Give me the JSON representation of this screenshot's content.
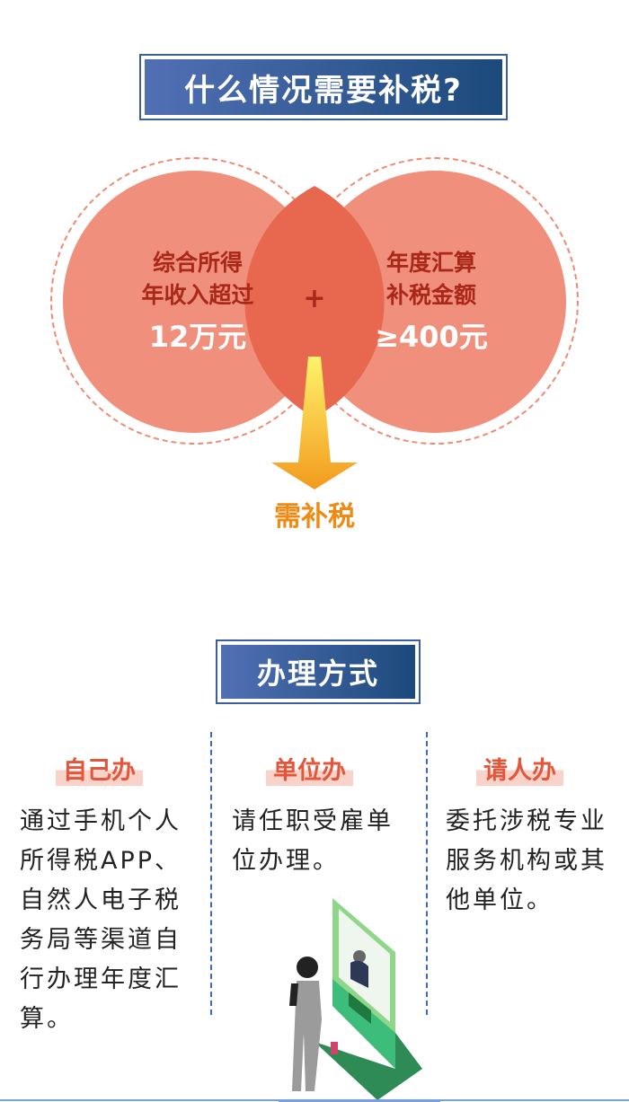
{
  "section1": {
    "title": "什么情况需要补税?",
    "left_circle": {
      "line1": "综合所得",
      "line2": "年收入超过",
      "amount": "12万元"
    },
    "plus": "+",
    "right_circle": {
      "line1": "年度汇算",
      "line2": "补税金额",
      "amount": "≥400元"
    },
    "result": "需补税"
  },
  "section2": {
    "title": "办理方式",
    "columns": [
      {
        "heading": "自己办",
        "body": "通过手机个人所得税APP、自然人电子税务局等渠道自行办理年度汇算。"
      },
      {
        "heading": "单位办",
        "body": "请任职受雇单位办理。"
      },
      {
        "heading": "请人办",
        "body": "委托涉税专业服务机构或其他单位。"
      }
    ]
  },
  "colors": {
    "accent": "#e5553a",
    "circle": "#f08f7b",
    "title_bg": "#2d558f"
  }
}
